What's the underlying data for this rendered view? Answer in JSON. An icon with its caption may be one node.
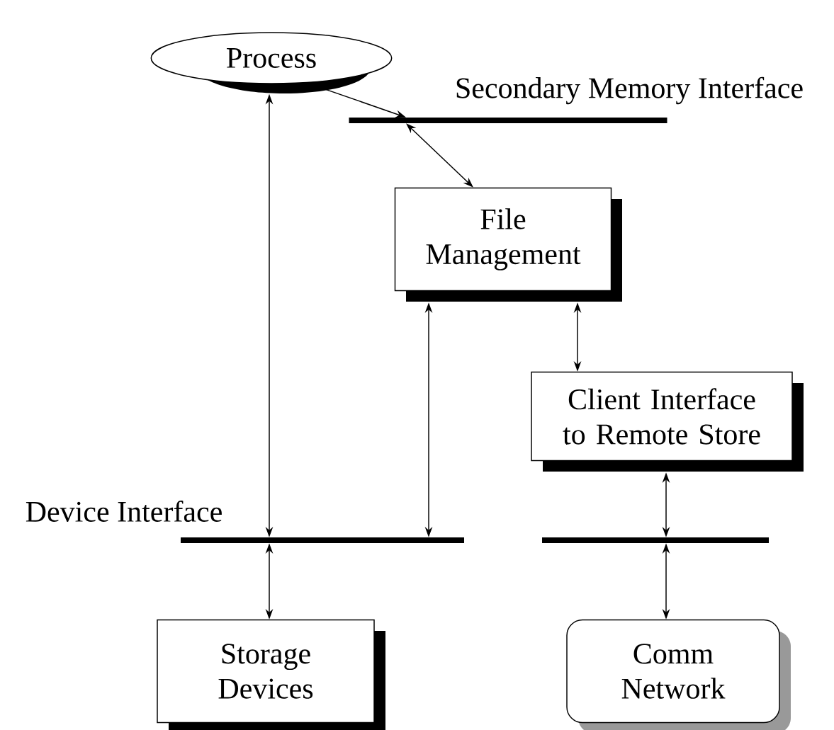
{
  "diagram": {
    "nodes": [
      {
        "text": [
          "Process"
        ]
      },
      {
        "text": [
          "Secondary Memory Interface"
        ]
      },
      {
        "text": [
          "File Management"
        ]
      },
      {
        "text": [
          "Client Interface to Remote Store"
        ]
      },
      {
        "text": [
          "Device Interface"
        ]
      },
      {
        "text": [],
        "shape": "bar"
      },
      {
        "text": [
          "Storage Devices"
        ]
      },
      {
        "text": [
          "Comm Network"
        ]
      }
    ],
    "edges": [
      {
        "from": 0,
        "to": 1,
        "arrow": "to"
      },
      {
        "from": 1,
        "to": 2,
        "arrow": "both"
      },
      {
        "from": 0,
        "to": 4,
        "arrow": "both"
      },
      {
        "from": 2,
        "to": 4,
        "arrow": "both"
      },
      {
        "from": 2,
        "to": 3,
        "arrow": "both"
      },
      {
        "from": 3,
        "to": 5,
        "arrow": "both"
      },
      {
        "from": 4,
        "to": 6,
        "arrow": "both"
      },
      {
        "from": 5,
        "to": 7,
        "arrow": "both"
      }
    ]
  }
}
